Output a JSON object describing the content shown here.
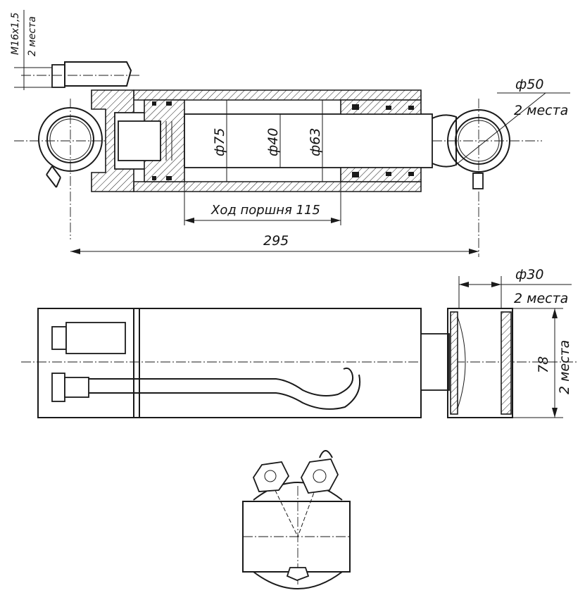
{
  "labels": {
    "thread": "M16x1,5",
    "thread_qty": "2 места",
    "pin_diameter": "ф50",
    "pin_qty": "2 места",
    "d_outer": "ф75",
    "d_rod": "ф40",
    "d_bore": "ф63",
    "stroke": "Ход поршня 115",
    "length": "295",
    "bushing_diameter": "ф30",
    "bushing_qty": "2 места",
    "bushing_width": "78",
    "bushing_width_qty": "2 места"
  }
}
